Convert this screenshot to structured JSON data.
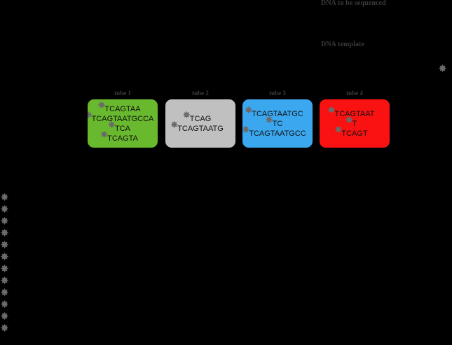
{
  "annotations": {
    "dna_to_be_sequenced": "DNA to be sequenced",
    "dna_template": "DNA template"
  },
  "icons": {
    "star": "star-marker",
    "template_primer_star": "star-marker"
  },
  "left_star_column": {
    "name": "star-marker-column",
    "count": 12,
    "color": "#6b6b6b"
  },
  "tubes": [
    {
      "id": "tube-1",
      "label": "tube 1",
      "color": "#69b92e",
      "fragments": [
        {
          "sequence": "TCAGTAA"
        },
        {
          "sequence": "TCAGTAATGCCA"
        },
        {
          "sequence": "TCA"
        },
        {
          "sequence": "TCAGTA"
        }
      ]
    },
    {
      "id": "tube-2",
      "label": "tube 2",
      "color": "#c0c0c0",
      "fragments": [
        {
          "sequence": "TCAG"
        },
        {
          "sequence": "TCAGTAATG"
        }
      ]
    },
    {
      "id": "tube-3",
      "label": "tube 3",
      "color": "#3aa7ef",
      "fragments": [
        {
          "sequence": "TCAGTAATGC"
        },
        {
          "sequence": "TC"
        },
        {
          "sequence": "TCAGTAATGCC"
        }
      ]
    },
    {
      "id": "tube-4",
      "label": "tube 4",
      "color": "#fa1212",
      "fragments": [
        {
          "sequence": "TCAGTAAT"
        },
        {
          "sequence": "T"
        },
        {
          "sequence": "TCAGT"
        }
      ]
    }
  ],
  "colors": {
    "background": "#000000",
    "text_dark": "#111111",
    "annotation_text": "#3a3a3a",
    "star": "#6b6b6b"
  }
}
